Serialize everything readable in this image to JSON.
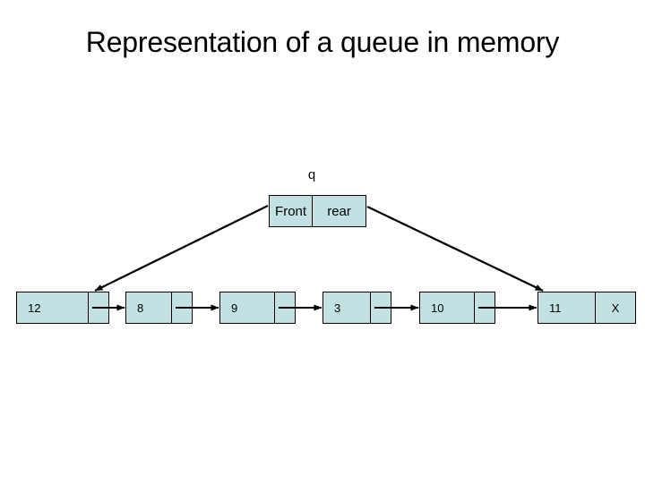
{
  "slide": {
    "title": "Representation of a queue in memory",
    "background_color": "#ffffff",
    "cell_fill_color": "#c2e1e3",
    "border_color": "#000000"
  },
  "queue_pointer": {
    "label": "q",
    "cells": [
      {
        "name": "front",
        "label": "Front"
      },
      {
        "name": "rear",
        "label": "rear"
      }
    ]
  },
  "linked_list": {
    "nodes": [
      {
        "value": "12",
        "pointer": ""
      },
      {
        "value": "8",
        "pointer": ""
      },
      {
        "value": "9",
        "pointer": ""
      },
      {
        "value": "3",
        "pointer": ""
      },
      {
        "value": "10",
        "pointer": ""
      },
      {
        "value": "11",
        "pointer": "X"
      }
    ]
  },
  "arrows": {
    "front_to_first_node": "Front points to node 12",
    "rear_to_last_node": "rear points to node 11",
    "node_links": "each node pointer cell links to the next node"
  }
}
